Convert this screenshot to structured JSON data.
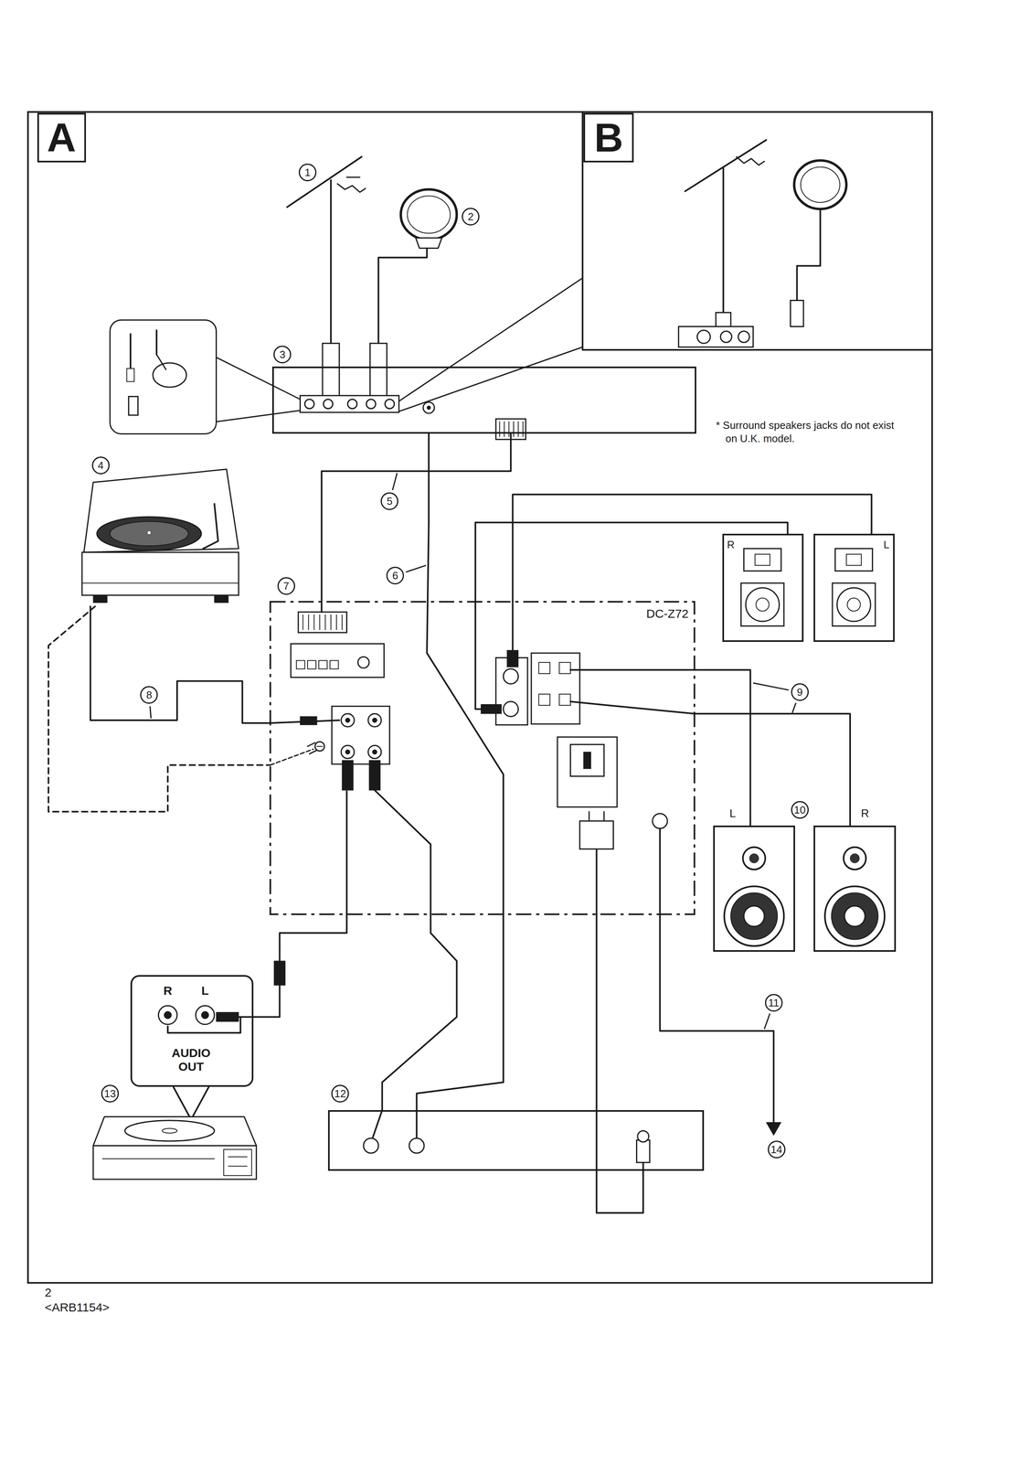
{
  "diagram": {
    "nodes": [
      {
        "text": [
          "A"
        ]
      },
      {
        "text": [
          "B"
        ]
      },
      {
        "text": [
          "3"
        ]
      },
      {
        "text": [
          "4"
        ]
      },
      {
        "text": [
          "7",
          "DC-Z72"
        ]
      },
      {
        "text": [
          "R"
        ]
      },
      {
        "text": [
          "L"
        ]
      },
      {
        "text": [
          "L"
        ]
      },
      {
        "text": [
          "R"
        ]
      },
      {
        "text": [
          "R",
          "L",
          "AUDIO OUT"
        ]
      },
      {
        "text": [
          "12"
        ]
      },
      {
        "text": [
          "13"
        ]
      }
    ],
    "edges": [
      {
        "from": 2,
        "to": 4,
        "label": "5",
        "arrow": "none"
      },
      {
        "from": 2,
        "to": 10,
        "label": "6",
        "arrow": "none"
      },
      {
        "from": 3,
        "to": 4,
        "label": "8",
        "arrow": "none"
      },
      {
        "from": 3,
        "to": 4,
        "arrow": "none"
      },
      {
        "from": 4,
        "to": 5,
        "arrow": "none"
      },
      {
        "from": 4,
        "to": 6,
        "arrow": "none"
      },
      {
        "from": 4,
        "to": 7,
        "arrow": "none"
      },
      {
        "from": 4,
        "to": 8,
        "arrow": "none"
      },
      {
        "from": 4,
        "to": 9,
        "arrow": "none"
      },
      {
        "from": 4,
        "to": 10,
        "arrow": "none"
      },
      {
        "from": 4,
        "to": 10,
        "arrow": "none"
      }
    ],
    "labels": [
      "1",
      "2",
      "9",
      "10",
      "11",
      "14",
      "* Surround speakers jacks do not exist on U.K. model.",
      "2",
      "<ARB1154>"
    ]
  }
}
